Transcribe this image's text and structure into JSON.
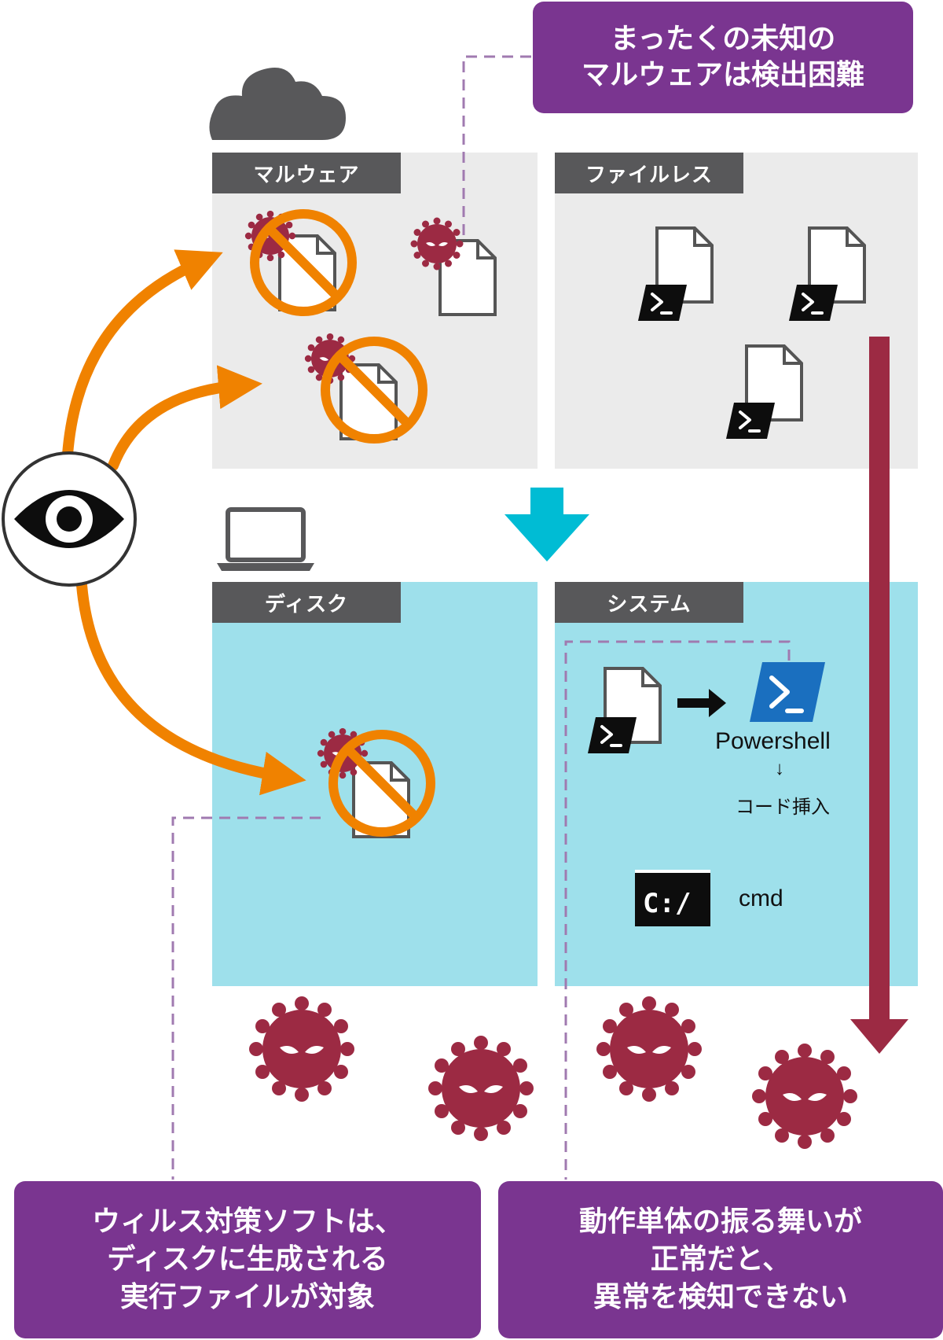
{
  "callouts": {
    "top": {
      "line1": "まったくの未知の",
      "line2": "マルウェアは検出困難"
    },
    "bottom_left": {
      "line1": "ウィルス対策ソフトは、",
      "line2": "ディスクに生成される",
      "line3": "実行ファイルが対象"
    },
    "bottom_right": {
      "line1": "動作単体の振る舞いが",
      "line2": "正常だと、",
      "line3": "異常を検知できない"
    }
  },
  "panels": {
    "malware": {
      "tab": "マルウェア"
    },
    "fileless": {
      "tab": "ファイルレス"
    },
    "disk": {
      "tab": "ディスク"
    },
    "system": {
      "tab": "システム"
    }
  },
  "system_flow": {
    "powershell_label": "Powershell",
    "arrow_glyph": "↓",
    "code_injection_label": "コード挿入",
    "cmd_label": "cmd",
    "cmd_prompt": "C:/"
  },
  "colors": {
    "callout_purple": "#7a3590",
    "tab_gray": "#58585a",
    "cloud_panel_gray": "#ebebeb",
    "device_panel_cyan": "#9ee0eb",
    "arrow_orange": "#f08200",
    "block_orange": "#f08200",
    "virus_maroon": "#9c2a43",
    "bar_maroon": "#9c2a43",
    "down_arrow_cyan": "#00bcd4",
    "powershell_blue": "#1a6fbf"
  },
  "icons": [
    "cloud-icon",
    "laptop-icon",
    "eye-icon",
    "document-icon",
    "terminal-badge-icon",
    "virus-icon",
    "prohibited-icon",
    "powershell-icon",
    "cmd-icon"
  ]
}
